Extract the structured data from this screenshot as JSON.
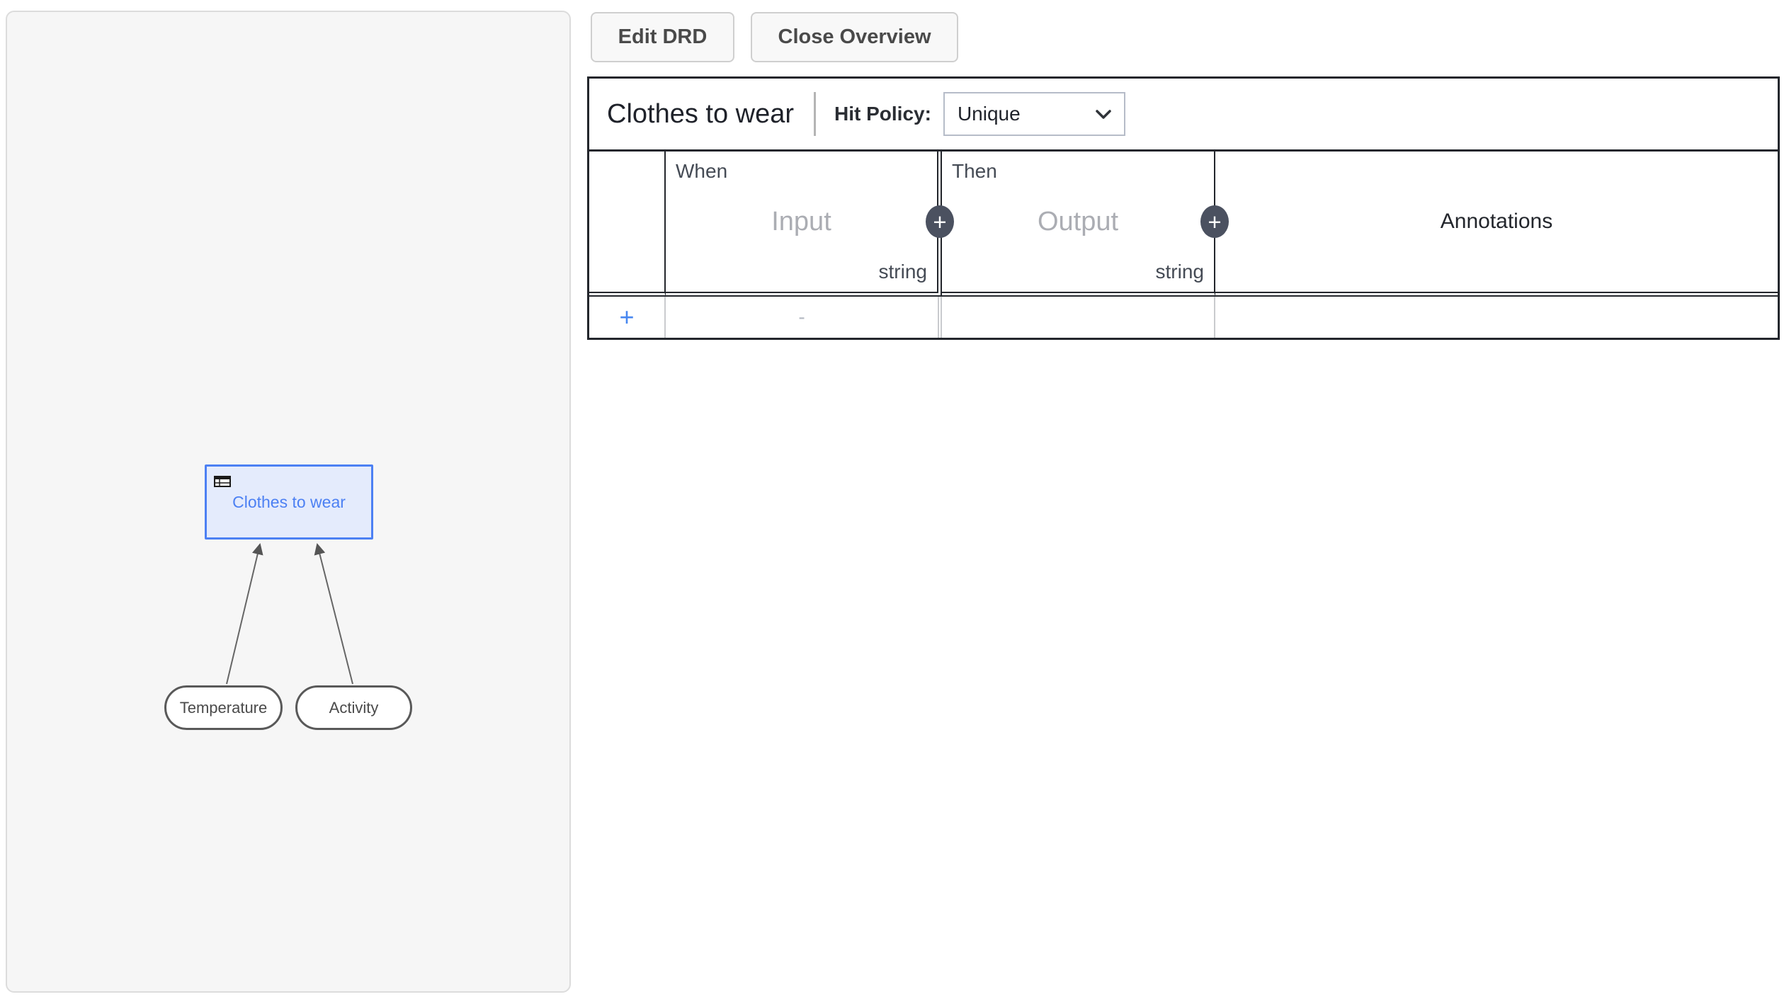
{
  "toolbar": {
    "edit_drd": "Edit DRD",
    "close_overview": "Close Overview"
  },
  "decision_table": {
    "title": "Clothes to wear",
    "hit_policy": {
      "label": "Hit Policy:",
      "selected": "Unique"
    },
    "columns": {
      "input": {
        "clause": "When",
        "placeholder": "Input",
        "type": "string",
        "add_label": "+"
      },
      "output": {
        "clause": "Then",
        "placeholder": "Output",
        "type": "string",
        "add_label": "+"
      },
      "annotations": {
        "label": "Annotations"
      }
    },
    "rows": [
      {
        "add_label": "+",
        "input_value": "-",
        "output_value": "",
        "annotation": ""
      }
    ]
  },
  "drd": {
    "decision": {
      "label": "Clothes to wear"
    },
    "input_data": [
      {
        "label": "Temperature"
      },
      {
        "label": "Activity"
      }
    ]
  },
  "colors": {
    "accent_blue": "#4285f4",
    "decision_fill": "#e4ebfc",
    "decision_border": "#4c80f3",
    "node_border_gray": "#595959",
    "table_border_dark": "#23262c",
    "table_border_light": "#c9cbce",
    "add_button_bg": "#4b5160",
    "panel_bg": "#f6f6f6"
  }
}
